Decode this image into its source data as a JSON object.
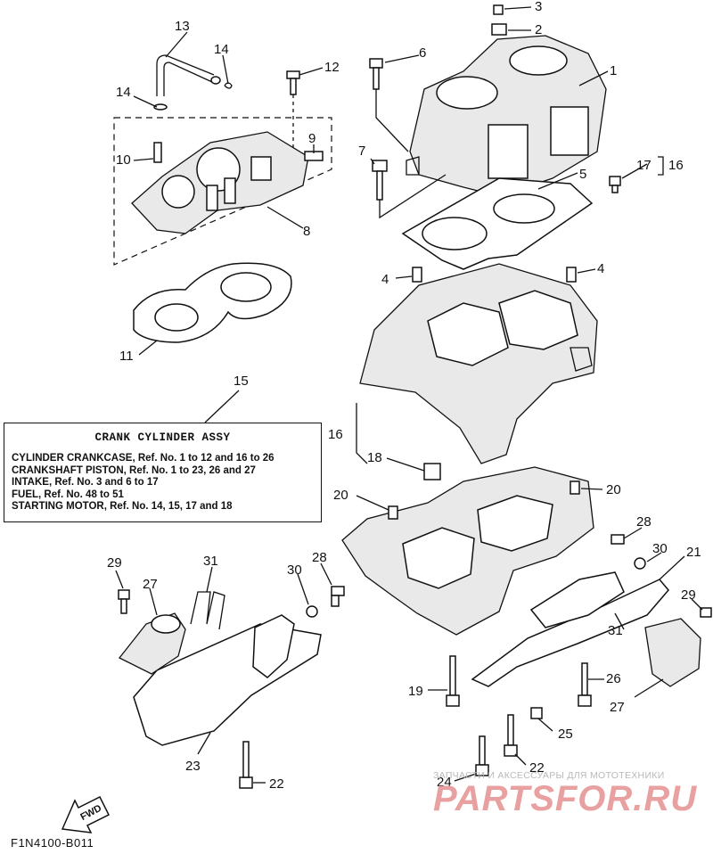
{
  "diagram": {
    "code": "F1N4100-B011",
    "fwd_label": "FWD",
    "callouts": {
      "c1": "1",
      "c2": "2",
      "c3": "3",
      "c4a": "4",
      "c4b": "4",
      "c5": "5",
      "c6": "6",
      "c7": "7",
      "c8": "8",
      "c9": "9",
      "c10": "10",
      "c11": "11",
      "c12": "12",
      "c13": "13",
      "c14a": "14",
      "c14b": "14",
      "c15": "15",
      "c16a": "16",
      "c16b": "16",
      "c17": "17",
      "c18": "18",
      "c20a": "20",
      "c20b": "20",
      "c21": "21",
      "c22a": "22",
      "c22b": "22",
      "c23": "23",
      "c24": "24",
      "c25": "25",
      "c26": "26",
      "c27a": "27",
      "c27b": "27",
      "c28a": "28",
      "c28b": "28",
      "c29a": "29",
      "c29b": "29",
      "c30a": "30",
      "c30b": "30",
      "c31a": "31",
      "c31b": "31",
      "c19": "19"
    }
  },
  "legend": {
    "title": "CRANK CYLINDER ASSY",
    "lines": [
      "CYLINDER CRANKCASE,  Ref. No. 1 to 12 and 16 to 26",
      "CRANKSHAFT PISTON,  Ref. No. 1 to 23, 26 and 27",
      "INTAKE,  Ref. No. 3 and 6 to 17",
      "FUEL,  Ref. No. 48 to 51",
      "STARTING MOTOR,  Ref. No. 14, 15, 17 and 18"
    ]
  },
  "watermark": {
    "subtitle": "ЗАПЧАСТИ И АКСЕССУАРЫ ДЛЯ МОТОТЕХНИКИ",
    "logo": "PARTSFOR.RU"
  }
}
